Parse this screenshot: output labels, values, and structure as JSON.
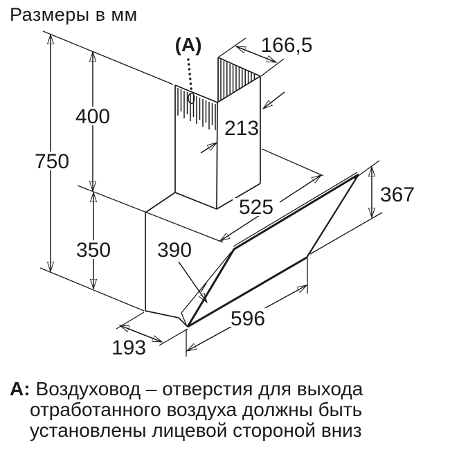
{
  "title": "Размеры в мм",
  "units": "мм",
  "annotation": {
    "marker": "(A)"
  },
  "dimensions": {
    "total_height": "750",
    "chimney_height": "400",
    "body_height": "350",
    "chimney_top_depth": "166,5",
    "chimney_width": "213",
    "body_top_width": "525",
    "body_depth": "390",
    "glass_drop": "367",
    "glass_width": "596",
    "bottom_depth": "193"
  },
  "caption": {
    "prefix": "A:",
    "lines": [
      "Воздуховод – отверстия для выхода",
      "отработанного воздуха должны быть",
      "установлены лицевой стороной вниз"
    ]
  },
  "colors": {
    "line": "#1a1a1a",
    "background": "#ffffff"
  }
}
